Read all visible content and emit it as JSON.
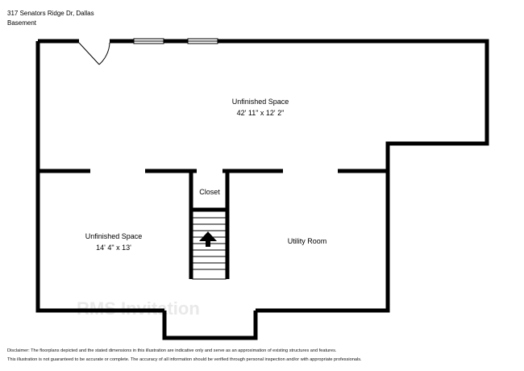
{
  "header": {
    "address": "317 Senators Ridge Dr, Dallas",
    "floor": "Basement"
  },
  "rooms": {
    "unfinished_large": {
      "name": "Unfinished Space",
      "dims": "42' 11\" x 12' 2\""
    },
    "closet": {
      "name": "Closet"
    },
    "unfinished_small": {
      "name": "Unfinished Space",
      "dims": "14' 4\" x 13'"
    },
    "utility": {
      "name": "Utility Room"
    }
  },
  "disclaimer": {
    "line1": "Disclaimer: The floorplans depicted and the stated dimensions in this illustration are indicative only and serve as an approximation of existing structures and features.",
    "line2": "This illustration is not guaranteed to be accurate or complete. The accuracy of all information should be verified through personal inspection and/or with appropriate professionals."
  }
}
